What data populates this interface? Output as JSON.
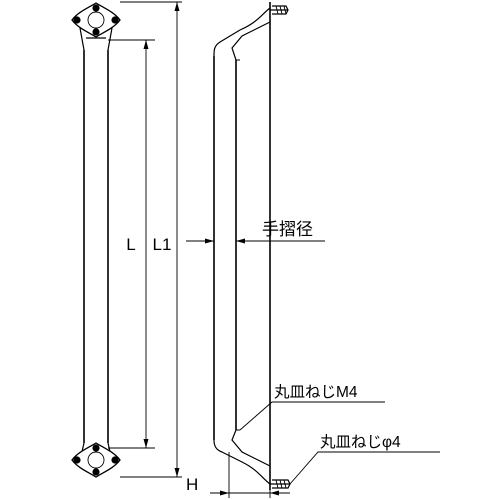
{
  "labels": {
    "length_inner": "L",
    "length_overall": "L1",
    "grip_diameter": "手摺径",
    "screw_m4": "丸皿ねじM4",
    "screw_phi4": "丸皿ねじφ4",
    "projection": "H"
  }
}
